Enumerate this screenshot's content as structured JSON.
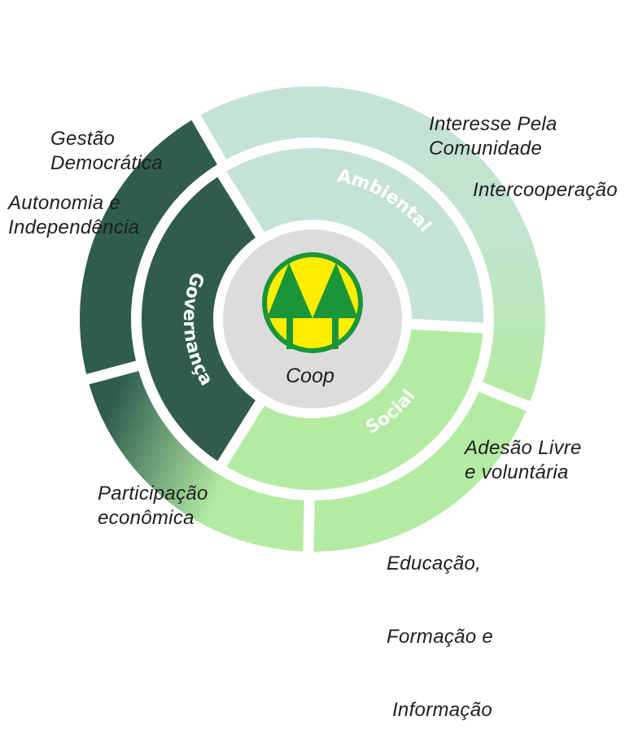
{
  "center": {
    "label": "Coop",
    "logo_icon": "coop-pine-trees-icon",
    "colors": {
      "circle": "#dcdcdc",
      "logo_ring": "#1a9638",
      "logo_fill": "#ffee00",
      "trees": "#1a9638"
    }
  },
  "inner_ring": [
    {
      "label": "Governança",
      "color": "#2f5c4f"
    },
    {
      "label": "Ambiental",
      "color": "#c5e3d4"
    },
    {
      "label": "Social",
      "color": "#b4eba3"
    }
  ],
  "outer_ring": [
    {
      "group": "Governança",
      "color": "#2f5c4f"
    },
    {
      "group": "Governança",
      "color_start": "#2f5c4f",
      "color_end": "#b4eba3"
    },
    {
      "group": "Social",
      "color": "#b4eba3"
    },
    {
      "group": "Ambiental",
      "color_start": "#c5e3d4",
      "color_end": "#b4eba3"
    }
  ],
  "principles": {
    "gestao": [
      "Gestão",
      "Democrática"
    ],
    "autonomia": [
      "Autonomia e",
      "Independência"
    ],
    "participacao": [
      "Participação",
      "econômica"
    ],
    "interesse": [
      "Interesse Pela",
      "Comunidade"
    ],
    "intercooperacao": [
      "Intercooperação"
    ],
    "adesao": [
      "Adesão Livre",
      "e voluntária"
    ],
    "educacao": [
      "Educação,",
      "Formação e",
      " Informação"
    ]
  }
}
